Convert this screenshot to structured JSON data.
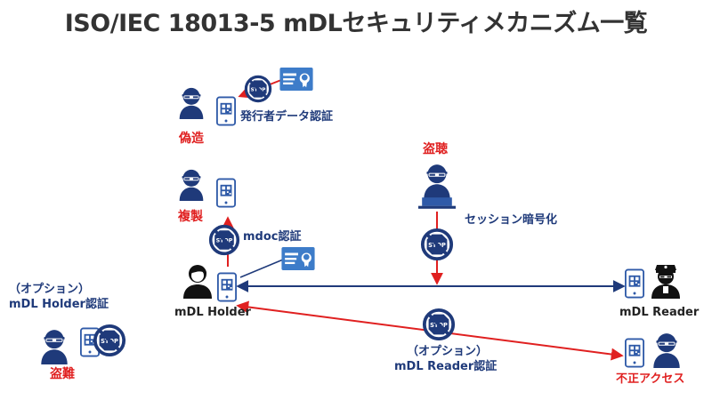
{
  "title": "ISO/IEC 18013-5 mDLセキュリティメカニズム一覧",
  "threats": {
    "forgery": "偽造",
    "eavesdrop": "盗聴",
    "clone": "複製",
    "theft": "盗難",
    "unauthorized": "不正アクセス"
  },
  "mechanisms": {
    "issuer_auth": "発行者データ認証",
    "session_enc": "セッション暗号化",
    "mdoc_auth": "mdoc認証",
    "holder_auth_option": "（オプション）",
    "holder_auth": "mDL Holder認証",
    "reader_auth_option": "（オプション）",
    "reader_auth": "mDL Reader認証"
  },
  "actors": {
    "holder": "mDL Holder",
    "reader": "mDL Reader"
  },
  "icons": {
    "stop_sign_text": "STOP",
    "qr": "qr-code-icon",
    "phone": "smartphone-icon",
    "card": "id-card-icon",
    "attacker": "hacker-icon",
    "person": "person-icon",
    "officer": "police-icon"
  },
  "colors": {
    "navy": "#1f3a7a",
    "red": "#e02020",
    "blue_device": "#2f5aa8",
    "card": "#3d7cc9"
  }
}
